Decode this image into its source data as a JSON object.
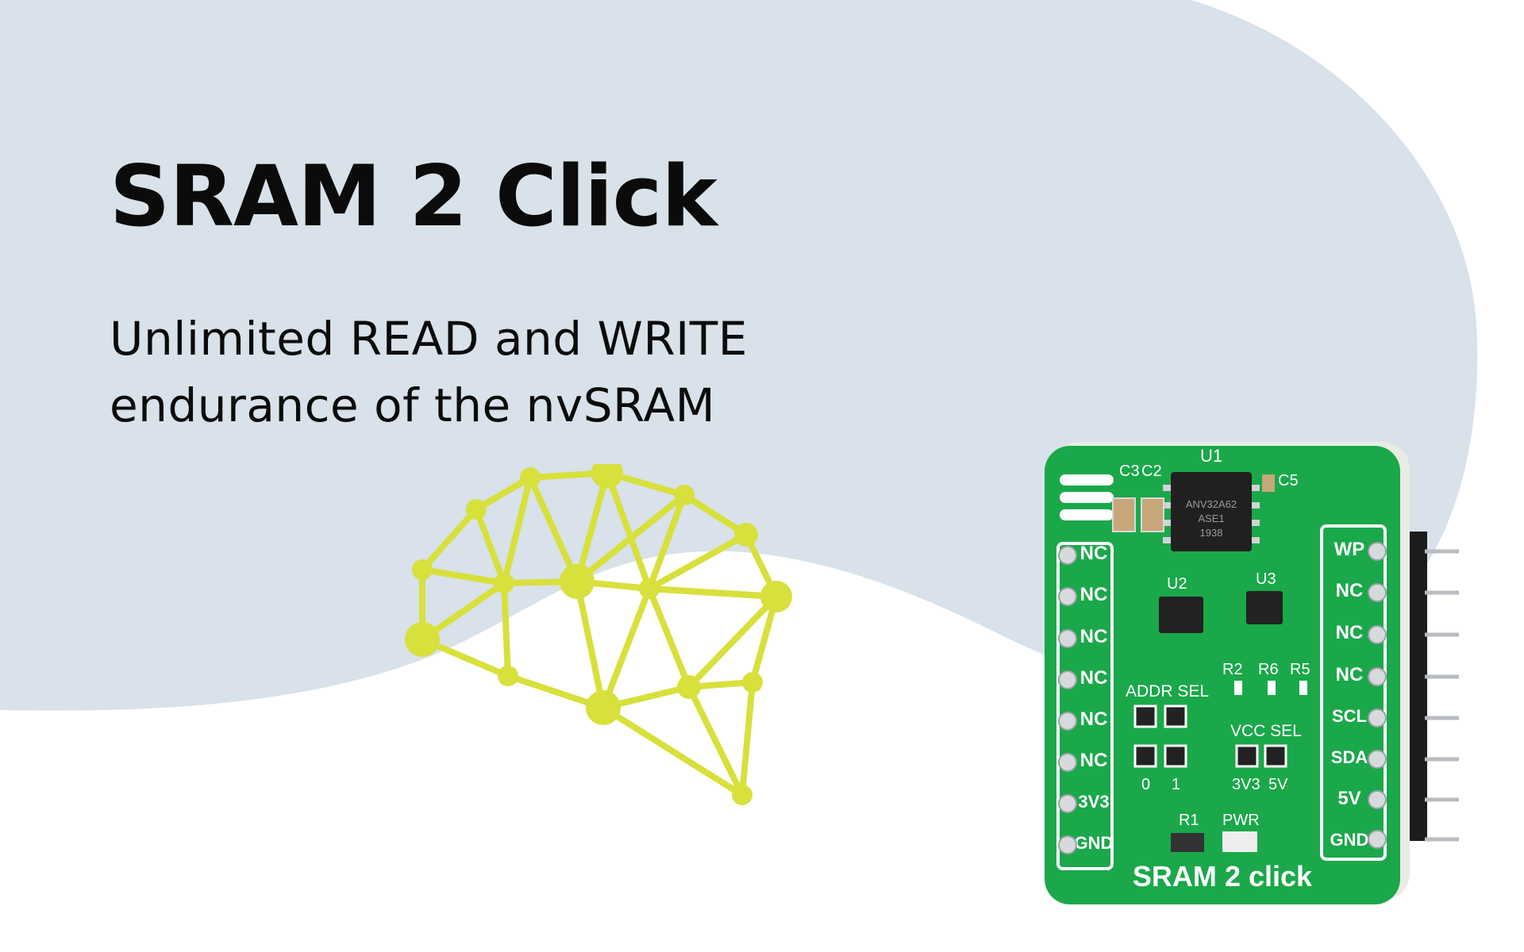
{
  "title": "SRAM 2 Click",
  "subtitle": {
    "line1": "Unlimited READ and WRITE",
    "line2": "endurance of the nvSRAM"
  },
  "colors": {
    "background": "#ffffff",
    "blob": "#d9e1ea",
    "accent": "#d8e03c",
    "title_text": "#0b0b0b",
    "board_green": "#1aa84a",
    "board_silk": "#ffffff"
  },
  "icons": {
    "brain": "brain-network-icon"
  },
  "board": {
    "name": "SRAM 2 click",
    "name_left": "SRAM",
    "name_mid": "2",
    "name_right": "click",
    "left_pins": [
      "NC",
      "NC",
      "NC",
      "NC",
      "NC",
      "NC",
      "3V3",
      "GND"
    ],
    "right_pins": [
      "WP",
      "NC",
      "NC",
      "NC",
      "SCL",
      "SDA",
      "5V",
      "GND"
    ],
    "components": {
      "c3": "C3",
      "c2": "C2",
      "u1": "U1",
      "c5": "C5",
      "u2": "U2",
      "u3": "U3",
      "r2": "R2",
      "r6": "R6",
      "r5": "R5",
      "r1": "R1",
      "pwr": "PWR"
    },
    "u1_marking": {
      "line1": "ANV32A62",
      "line2": "ASE1",
      "line3": "1938"
    },
    "addr_sel": {
      "label": "ADDR SEL",
      "opt0": "0",
      "opt1": "1"
    },
    "vcc_sel": {
      "label": "VCC SEL",
      "opt0": "3V3",
      "opt1": "5V"
    }
  }
}
